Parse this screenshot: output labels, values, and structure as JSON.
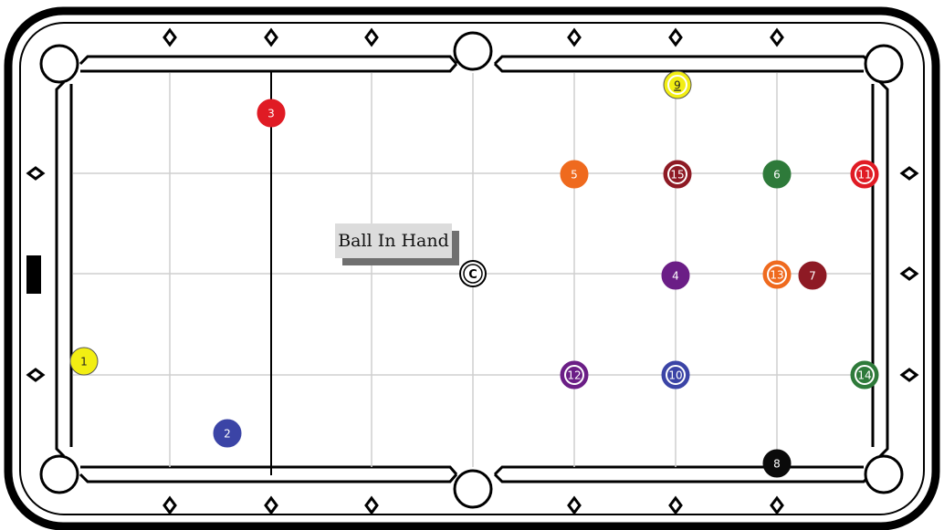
{
  "ball_in_hand_label": "Ball In Hand",
  "cue_ball_label": "C",
  "colors": {
    "yellow": "#f2ee13",
    "blue": "#3b44a6",
    "red": "#e01b24",
    "purple": "#6b1e86",
    "orange": "#ef6a1e",
    "maroon": "#8e1a24",
    "green": "#2e7a3a",
    "black": "#0a0a0a"
  },
  "balls": [
    {
      "label": "1",
      "color": "yellow",
      "striped": false
    },
    {
      "label": "2",
      "color": "blue",
      "striped": false
    },
    {
      "label": "3",
      "color": "red",
      "striped": false
    },
    {
      "label": "4",
      "color": "purple",
      "striped": false
    },
    {
      "label": "5",
      "color": "orange",
      "striped": false
    },
    {
      "label": "6",
      "color": "green",
      "striped": false
    },
    {
      "label": "7",
      "color": "maroon",
      "striped": false
    },
    {
      "label": "8",
      "color": "black",
      "striped": false
    },
    {
      "label": "9",
      "color": "yellow",
      "striped": true
    },
    {
      "label": "10",
      "color": "blue",
      "striped": true
    },
    {
      "label": "11",
      "color": "red",
      "striped": true
    },
    {
      "label": "12",
      "color": "purple",
      "striped": true
    },
    {
      "label": "13",
      "color": "orange",
      "striped": true
    },
    {
      "label": "14",
      "color": "green",
      "striped": true
    },
    {
      "label": "15",
      "color": "maroon",
      "striped": true
    }
  ]
}
